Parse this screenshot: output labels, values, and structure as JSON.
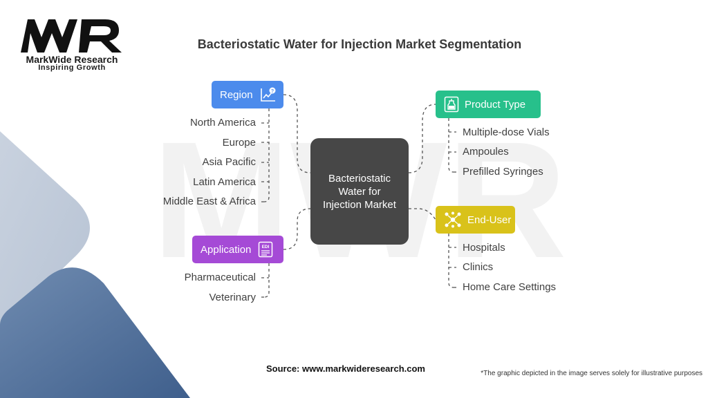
{
  "logo": {
    "mark": "MWR",
    "name": "MarkWide Research",
    "tagline": "Inspiring Growth"
  },
  "title": "Bacteriostatic Water for Injection Market Segmentation",
  "center": {
    "label": "Bacteriostatic Water for Injection Market"
  },
  "categories": {
    "region": {
      "label": "Region",
      "color": "#4c8bec",
      "icon": "chart-question-icon",
      "items": [
        "North America",
        "Europe",
        "Asia Pacific",
        "Latin America",
        "Middle East & Africa"
      ]
    },
    "application": {
      "label": "Application",
      "color": "#a54ad6",
      "icon": "edi-document-icon",
      "items": [
        "Pharmaceutical",
        "Veterinary"
      ]
    },
    "product_type": {
      "label": "Product Type",
      "color": "#27c08b",
      "icon": "vial-icon",
      "items": [
        "Multiple-dose Vials",
        "Ampoules",
        "Prefilled Syringes"
      ]
    },
    "end_user": {
      "label": "End-User",
      "color": "#d9c21a",
      "icon": "network-users-icon",
      "items": [
        "Hospitals",
        "Clinics",
        "Home Care Settings"
      ]
    }
  },
  "footer": {
    "source": "Source: www.markwideresearch.com",
    "disclaimer": "*The graphic depicted in the image serves solely for illustrative purposes"
  }
}
